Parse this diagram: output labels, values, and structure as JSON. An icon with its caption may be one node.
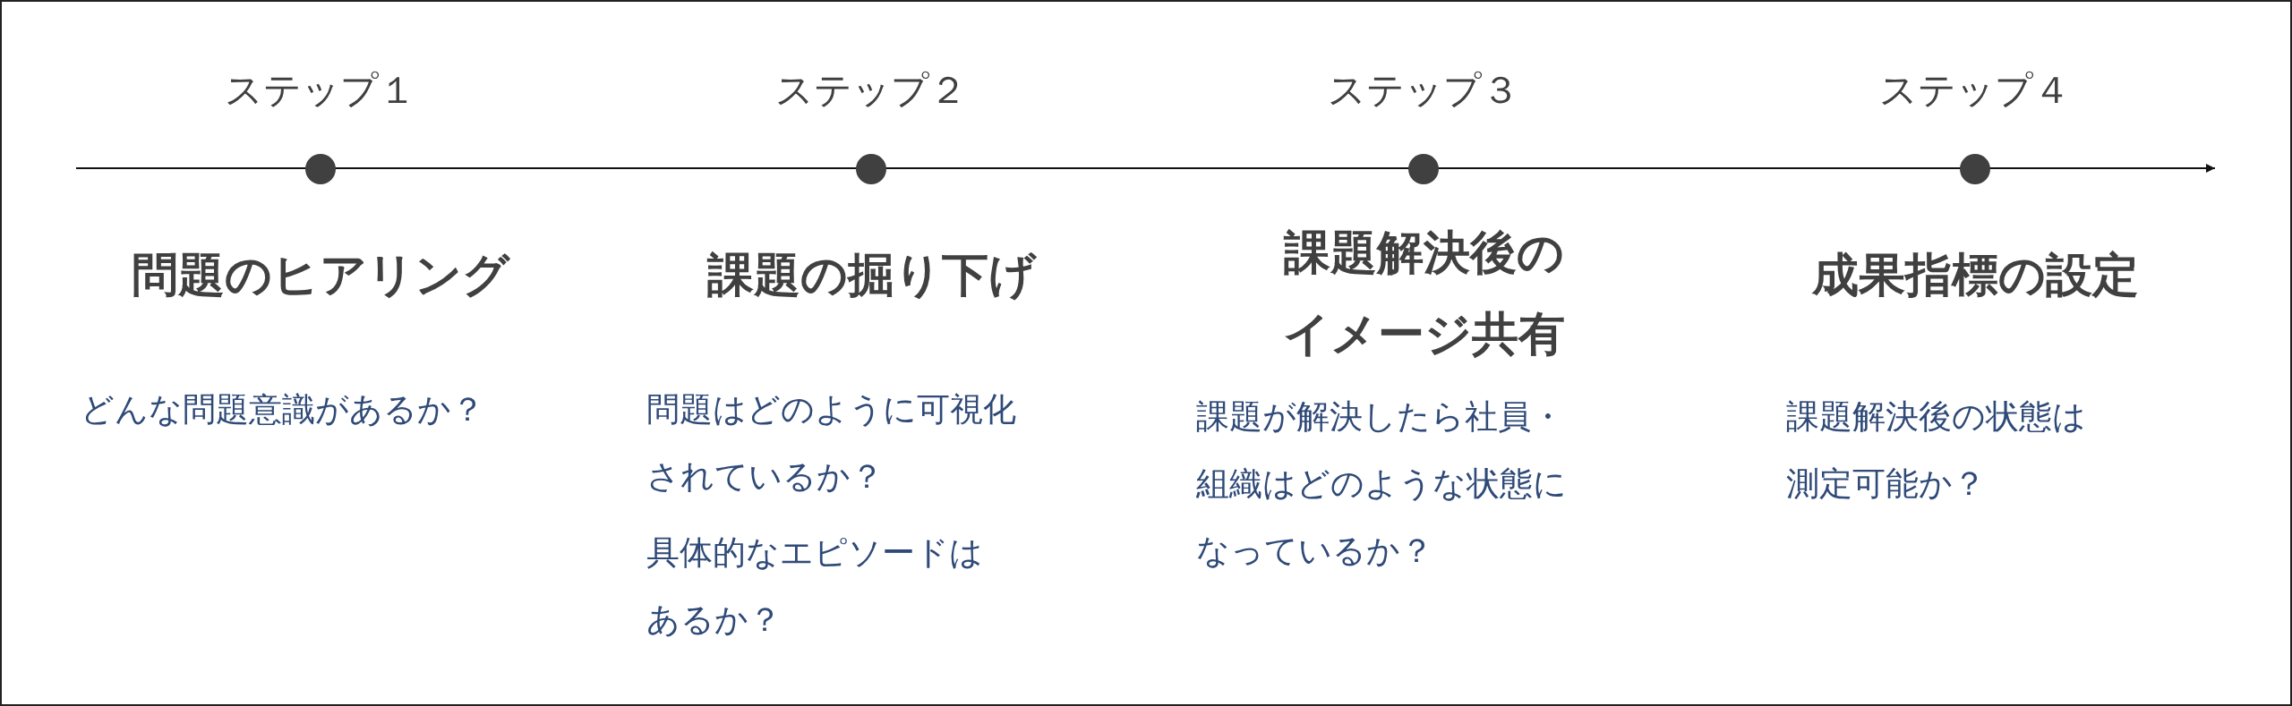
{
  "diagram": {
    "labels": [
      "ステップ１",
      "問題のヒアリング",
      "どんな問題意識があるか？",
      "ステップ２",
      "課題の掘り下げ",
      "問題はどのように可視化されているか？",
      "具体的なエピソードはあるか？",
      "ステップ３",
      "課題解決後のイメージ共有",
      "課題が解決したら社員・組織はどのような状態になっているか？",
      "ステップ４",
      "成果指標の設定",
      "課題解決後の状態は測定可能か？"
    ]
  }
}
